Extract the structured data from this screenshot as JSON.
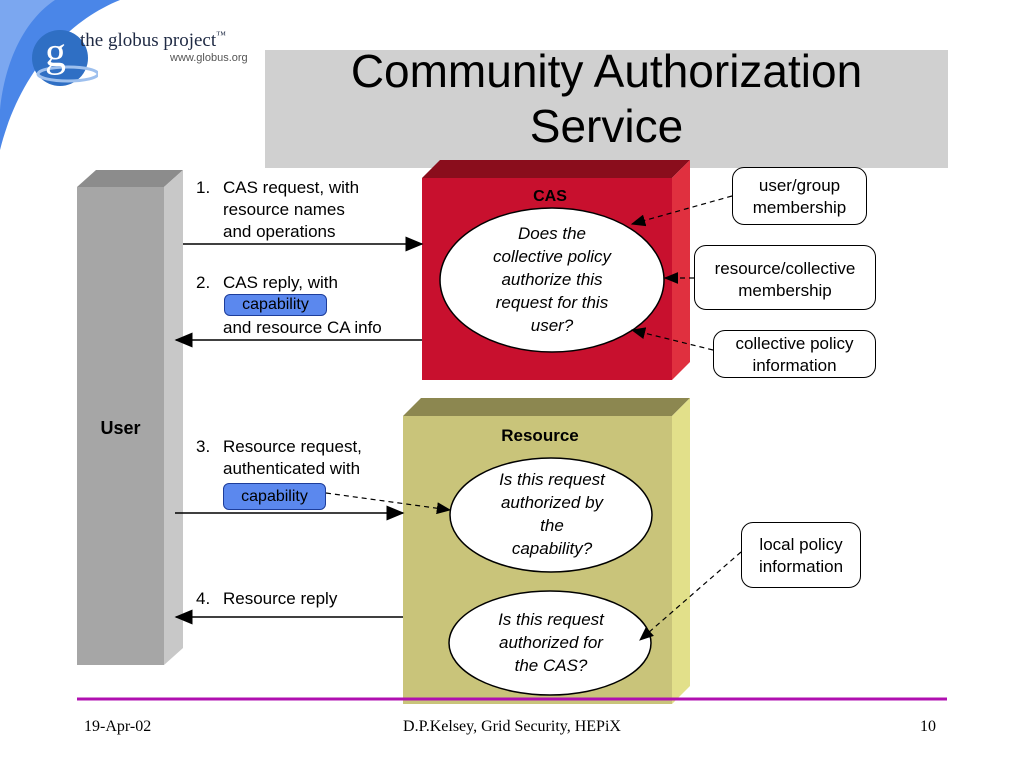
{
  "logo": {
    "letter": "g",
    "name": "the globus project",
    "tm": "™",
    "url": "www.globus.org"
  },
  "title": {
    "line1": "Community Authorization",
    "line2": "Service"
  },
  "user": {
    "label": "User"
  },
  "cas": {
    "label": "CAS",
    "question": [
      "Does the",
      "collective policy",
      "authorize this",
      "request for this",
      "user?"
    ]
  },
  "resource": {
    "label": "Resource",
    "question1": [
      "Is this request",
      "authorized by",
      "the",
      "capability?"
    ],
    "question2": [
      "Is this request",
      "authorized for",
      "the CAS?"
    ]
  },
  "steps": {
    "s1": {
      "num": "1.",
      "lines": [
        "CAS request, with",
        "resource names",
        "and operations"
      ]
    },
    "s2": {
      "num": "2.",
      "line1": "CAS reply, with",
      "line3": "and resource CA info"
    },
    "s3": {
      "num": "3.",
      "lines": [
        "Resource request,",
        "authenticated with"
      ]
    },
    "s4": {
      "num": "4.",
      "text": "Resource reply"
    },
    "capability": "capability"
  },
  "side_boxes": {
    "user_group": [
      "user/group",
      "membership"
    ],
    "resource_collective": [
      "resource/collective",
      "membership"
    ],
    "collective_policy": [
      "collective policy",
      "information"
    ],
    "local_policy": [
      "local policy",
      "information"
    ]
  },
  "footer": {
    "date": "19-Apr-02",
    "center": "D.P.Kelsey, Grid Security, HEPiX",
    "page": "10"
  },
  "colors": {
    "title_band": "#d0d0d0",
    "cas_red": "#c8102e",
    "resource_olive": "#c9c47a",
    "user_gray": "#a6a6a6",
    "capability_blue": "#5b88ee",
    "footer_rule": "#b010b0"
  }
}
